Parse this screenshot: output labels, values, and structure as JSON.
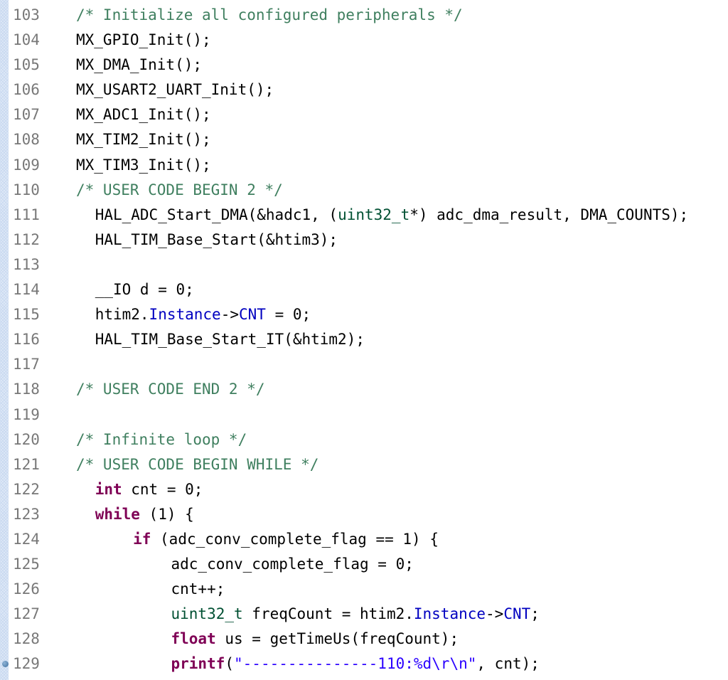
{
  "editor": {
    "lines": [
      {
        "num": "103",
        "indent": 0,
        "tokens": [
          [
            "/* Initialize all configured peripherals */",
            "comment"
          ]
        ]
      },
      {
        "num": "104",
        "indent": 0,
        "tokens": [
          [
            "MX_GPIO_Init();",
            "plain"
          ]
        ]
      },
      {
        "num": "105",
        "indent": 0,
        "tokens": [
          [
            "MX_DMA_Init();",
            "plain"
          ]
        ]
      },
      {
        "num": "106",
        "indent": 0,
        "tokens": [
          [
            "MX_USART2_UART_Init();",
            "plain"
          ]
        ]
      },
      {
        "num": "107",
        "indent": 0,
        "tokens": [
          [
            "MX_ADC1_Init();",
            "plain"
          ]
        ]
      },
      {
        "num": "108",
        "indent": 0,
        "tokens": [
          [
            "MX_TIM2_Init();",
            "plain"
          ]
        ]
      },
      {
        "num": "109",
        "indent": 0,
        "tokens": [
          [
            "MX_TIM3_Init();",
            "plain"
          ]
        ]
      },
      {
        "num": "110",
        "indent": 0,
        "tokens": [
          [
            "/* USER CODE BEGIN 2 */",
            "comment"
          ]
        ]
      },
      {
        "num": "111",
        "indent": 2,
        "tokens": [
          [
            "HAL_ADC_Start_DMA(&hadc1, (",
            "plain"
          ],
          [
            "uint32_t",
            "type"
          ],
          [
            "*) adc_dma_result, DMA_COUNTS);",
            "plain"
          ]
        ]
      },
      {
        "num": "112",
        "indent": 2,
        "tokens": [
          [
            "HAL_TIM_Base_Start(&htim3);",
            "plain"
          ]
        ]
      },
      {
        "num": "113",
        "indent": 0,
        "tokens": []
      },
      {
        "num": "114",
        "indent": 2,
        "tokens": [
          [
            "__IO d = 0;",
            "plain"
          ]
        ]
      },
      {
        "num": "115",
        "indent": 2,
        "tokens": [
          [
            "htim2.",
            "plain"
          ],
          [
            "Instance",
            "field"
          ],
          [
            "->",
            "plain"
          ],
          [
            "CNT",
            "field"
          ],
          [
            " = 0;",
            "plain"
          ]
        ]
      },
      {
        "num": "116",
        "indent": 2,
        "tokens": [
          [
            "HAL_TIM_Base_Start_IT(&htim2);",
            "plain"
          ]
        ]
      },
      {
        "num": "117",
        "indent": 0,
        "tokens": []
      },
      {
        "num": "118",
        "indent": 0,
        "tokens": [
          [
            "/* USER CODE END 2 */",
            "comment"
          ]
        ]
      },
      {
        "num": "119",
        "indent": 0,
        "tokens": []
      },
      {
        "num": "120",
        "indent": 0,
        "tokens": [
          [
            "/* Infinite loop */",
            "comment"
          ]
        ]
      },
      {
        "num": "121",
        "indent": 0,
        "tokens": [
          [
            "/* USER CODE BEGIN WHILE */",
            "comment"
          ]
        ]
      },
      {
        "num": "122",
        "indent": 2,
        "tokens": [
          [
            "int",
            "kw"
          ],
          [
            " cnt = 0;",
            "plain"
          ]
        ]
      },
      {
        "num": "123",
        "indent": 2,
        "tokens": [
          [
            "while",
            "kw"
          ],
          [
            " (1) {",
            "plain"
          ]
        ]
      },
      {
        "num": "124",
        "indent": 6,
        "tokens": [
          [
            "if",
            "kw"
          ],
          [
            " (adc_conv_complete_flag == 1) {",
            "plain"
          ]
        ]
      },
      {
        "num": "125",
        "indent": 10,
        "tokens": [
          [
            "adc_conv_complete_flag = 0;",
            "plain"
          ]
        ]
      },
      {
        "num": "126",
        "indent": 10,
        "tokens": [
          [
            "cnt++;",
            "plain"
          ]
        ]
      },
      {
        "num": "127",
        "indent": 10,
        "tokens": [
          [
            "uint32_t",
            "type"
          ],
          [
            " freqCount = htim2.",
            "plain"
          ],
          [
            "Instance",
            "field"
          ],
          [
            "->",
            "plain"
          ],
          [
            "CNT",
            "field"
          ],
          [
            ";",
            "plain"
          ]
        ]
      },
      {
        "num": "128",
        "indent": 10,
        "tokens": [
          [
            "float",
            "kw"
          ],
          [
            " us = getTimeUs(freqCount);",
            "plain"
          ]
        ]
      },
      {
        "num": "129",
        "indent": 10,
        "breakpoint": true,
        "tokens": [
          [
            "printf",
            "kw"
          ],
          [
            "(",
            "plain"
          ],
          [
            "\"---------------110:%d\\r\\n\"",
            "str"
          ],
          [
            ", cnt);",
            "plain"
          ]
        ]
      }
    ]
  }
}
